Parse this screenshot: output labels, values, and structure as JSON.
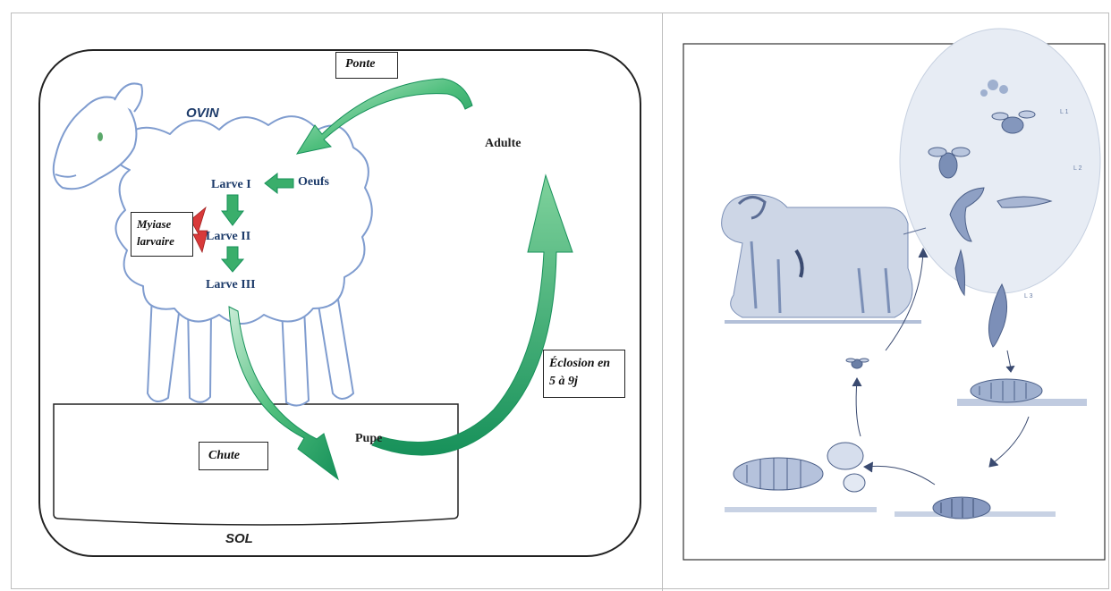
{
  "diagram": {
    "labels": {
      "ponte": "Ponte",
      "ovin": "OVIN",
      "adulte": "Adulte",
      "oeufs": "Oeufs",
      "larve1": "Larve I",
      "larve2": "Larve II",
      "larve3": "Larve III",
      "myiase_line1": "Myiase",
      "myiase_line2": "larvaire",
      "eclosion_line1": "Éclosion en",
      "eclosion_line2": "5 à 9j",
      "chute": "Chute",
      "pupe": "Pupe",
      "sol": "SOL"
    },
    "illustration": {
      "tags": {
        "l1": "L 1",
        "l2": "L 2",
        "l3": "L 3"
      }
    }
  },
  "colors": {
    "arrow_green": "#1f9e5a",
    "arrow_light": "#8fd3a8",
    "label_blue": "#1d3b6a",
    "lightning_red": "#d83a3a",
    "sketch_blue": "#6b7fa6"
  }
}
